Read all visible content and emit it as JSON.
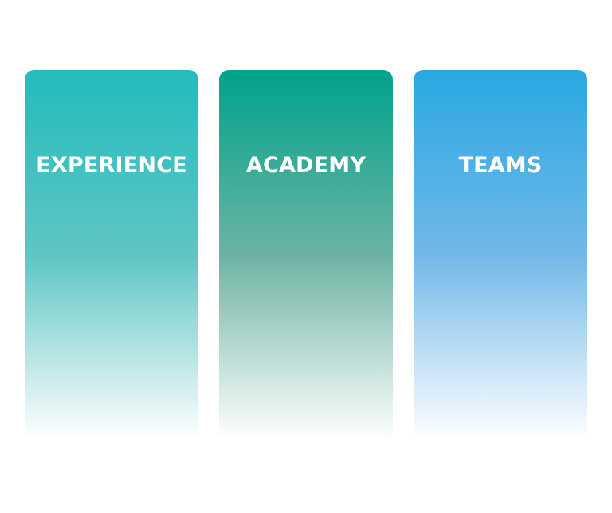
{
  "cards": [
    {
      "title": "EXPERIENCE",
      "color_top": "#22bcbc",
      "color_mid": "#5fc5c4",
      "color_bottom": "#ffffff"
    },
    {
      "title": "ACADEMY",
      "color_top": "#00a38c",
      "color_mid": "#6cb3a3",
      "color_bottom": "#ffffff"
    },
    {
      "title": "TEAMS",
      "color_top": "#29a8e2",
      "color_mid": "#72b8e8",
      "color_bottom": "#ffffff"
    }
  ]
}
